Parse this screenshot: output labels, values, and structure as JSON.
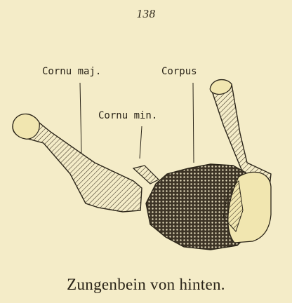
{
  "page_number": "138",
  "figure": {
    "labels": {
      "cornu_maj": "Cornu maj.",
      "corpus": "Corpus",
      "cornu_min": "Cornu min."
    },
    "caption": "Zungenbein von hinten."
  }
}
